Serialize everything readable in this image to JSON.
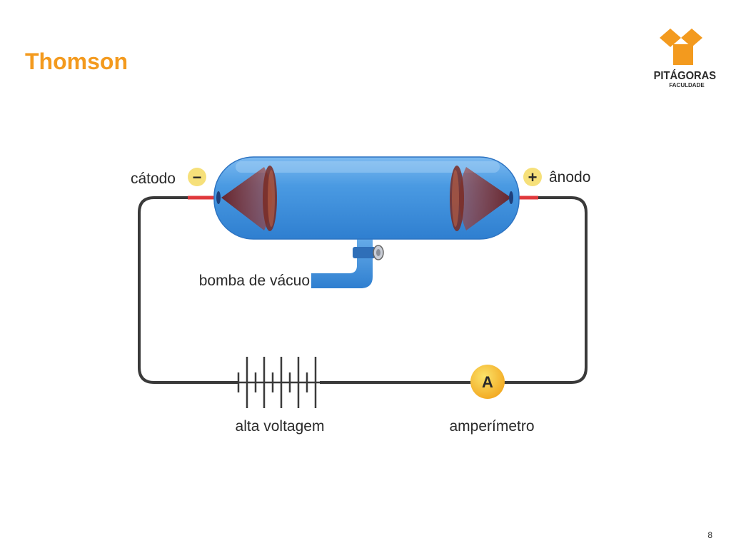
{
  "slide": {
    "title": "Thomson",
    "page_number": "8"
  },
  "logo": {
    "name": "PITÁGORAS",
    "subtitle": "FACULDADE",
    "colors": {
      "primary": "#f39a1e",
      "text": "#2b2b2b"
    }
  },
  "diagram": {
    "labels": {
      "cathode": "cátodo",
      "anode": "ânodo",
      "vacuum_pump": "bomba de vácuo",
      "high_voltage": "alta voltagem",
      "ammeter": "amperímetro"
    },
    "symbols": {
      "cathode_sign": "−",
      "anode_sign": "+",
      "ammeter_letter": "A"
    },
    "colors": {
      "tube": "#3d8fdc",
      "wire": "#3a3a3a",
      "electrode_lead": "#e0393c",
      "badge": "#f6e07a",
      "ammeter": "#f5b82e"
    }
  }
}
